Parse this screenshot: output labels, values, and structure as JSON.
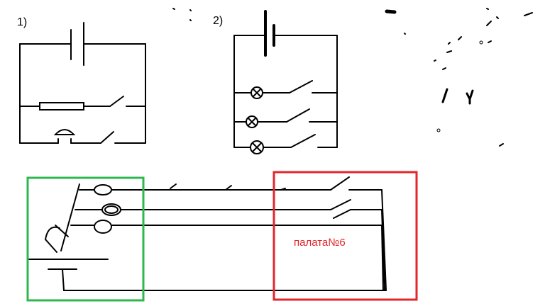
{
  "labels": {
    "diagram_one": "1)",
    "diagram_two": "2)",
    "ward": "палата№6"
  },
  "colors": {
    "ink": "#000000",
    "guard_box": "#2db84d",
    "ward_box": "#e3262a",
    "ward_text": "#e3262a",
    "background": "#ffffff"
  },
  "icons": {
    "battery": "battery-icon",
    "resistor": "resistor-icon",
    "bell": "bell-icon",
    "lamp": "lamp-icon",
    "switch": "switch-icon",
    "push_button": "push-button-icon"
  }
}
